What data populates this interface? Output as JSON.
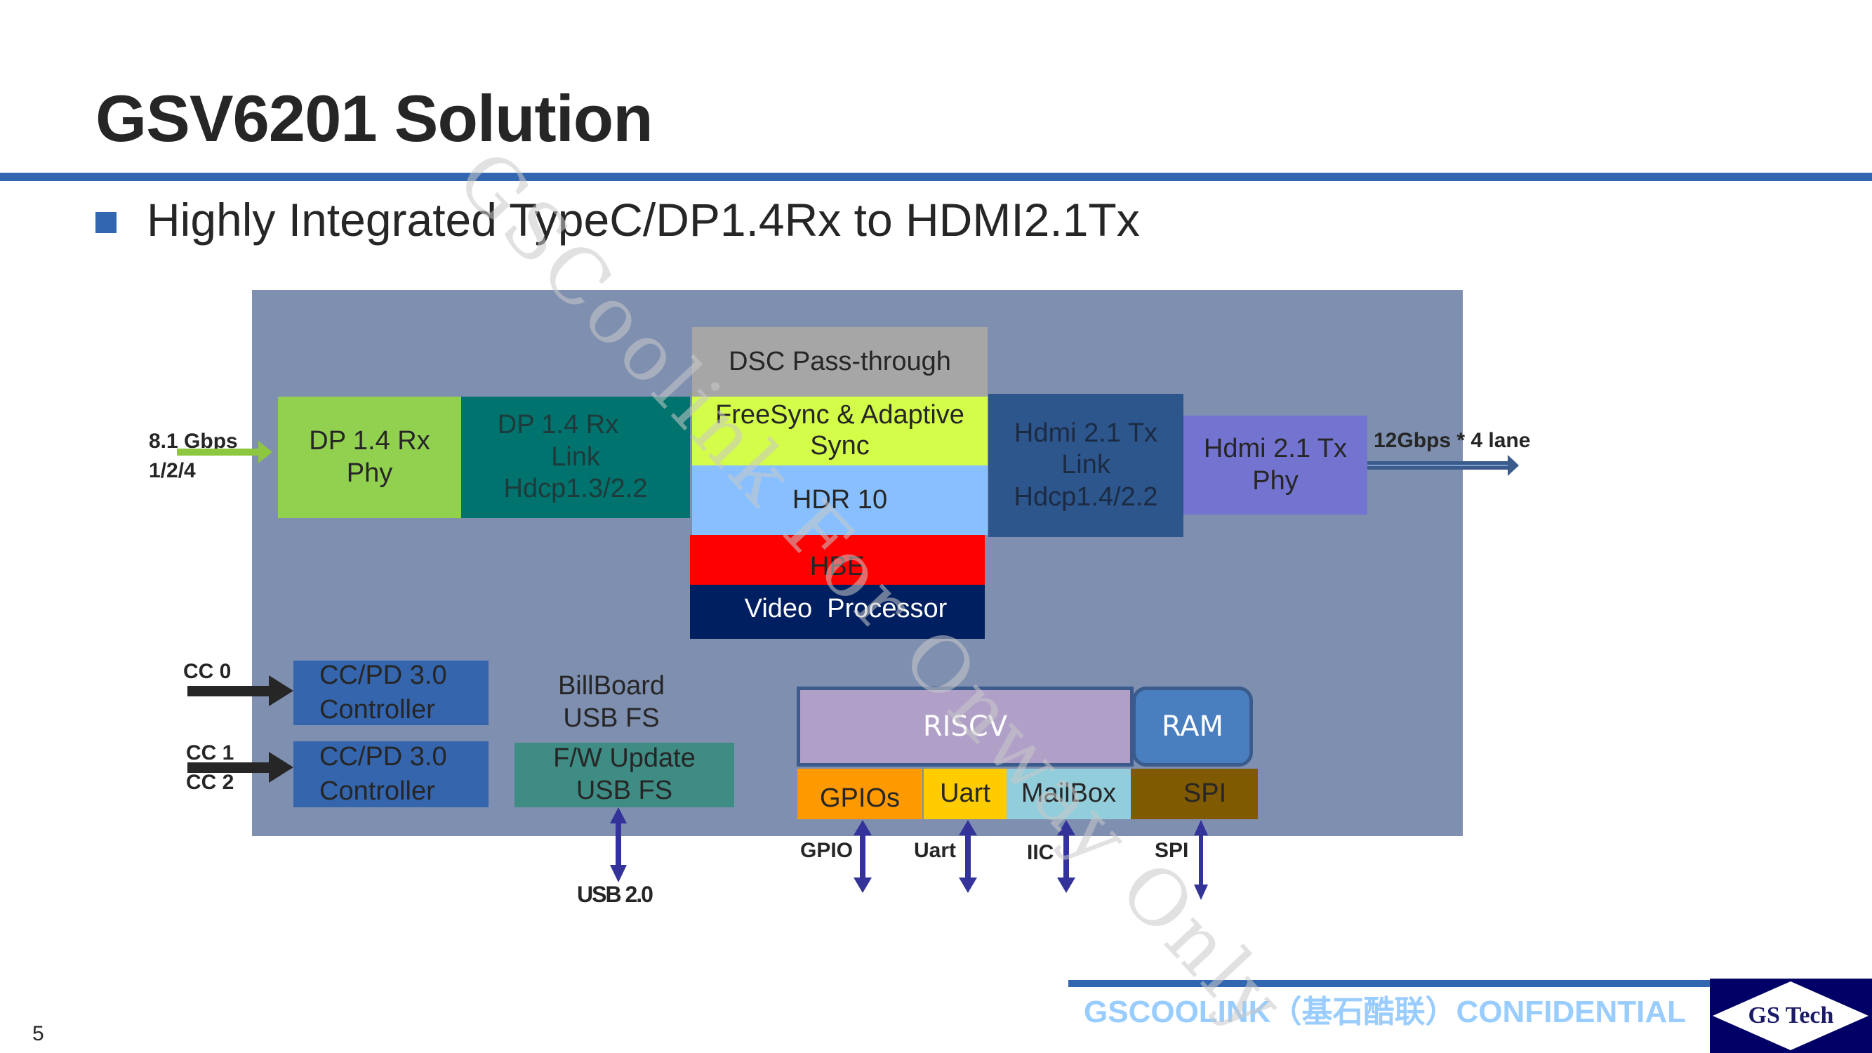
{
  "slide": {
    "title": "GSV6201 Solution",
    "bullet": "Highly Integrated TypeC/DP1.4Rx to HDMI2.1Tx",
    "page_number": "5",
    "watermark": "GSCoolink For Onway Only",
    "accent_color": "#3366b0"
  },
  "diagram": {
    "input": {
      "line1": "8.1 Gbps",
      "line2": "1/2/4"
    },
    "output": {
      "label": "12Gbps * 4 lane"
    },
    "blocks": {
      "dp_rx_phy": {
        "line1": "DP 1.4 Rx",
        "line2": "Phy",
        "color": "#92d050"
      },
      "dp_rx_link": {
        "line1": "DP 1.4 Rx",
        "line2": "Link",
        "line3": "Hdcp1.3/2.2",
        "color": "#00736e"
      },
      "dsc": {
        "label": "DSC Pass-through",
        "color": "#a6a6a6"
      },
      "freesync": {
        "line1": "FreeSync & Adaptive",
        "line2": "Sync",
        "color": "#d4fd4a"
      },
      "hdr": {
        "label": "HDR 10",
        "color": "#88c0ff"
      },
      "hbe": {
        "label": "HBE",
        "color": "#ff0000"
      },
      "video_processor": {
        "label": "Video  Processor",
        "color": "#001f60"
      },
      "hdmi_tx_link": {
        "line1": "Hdmi 2.1 Tx",
        "line2": "Link",
        "line3": "Hdcp1.4/2.2",
        "color": "#2d568c"
      },
      "hdmi_tx_phy": {
        "line1": "Hdmi 2.1 Tx",
        "line2": "Phy",
        "color": "#7373d0"
      },
      "ccpd_1": {
        "line1": "CC/PD 3.0",
        "line2": "Controller",
        "color": "#3465ad"
      },
      "ccpd_2": {
        "line1": "CC/PD 3.0",
        "line2": "Controller",
        "color": "#3465ad"
      },
      "billboard": {
        "line1": "BillBoard",
        "line2": "USB FS"
      },
      "fw_update": {
        "line1": "F/W Update",
        "line2": "USB FS",
        "color": "#3f8c85"
      },
      "riscv": {
        "label": "RISCV",
        "color": "#b0a0c8"
      },
      "ram": {
        "label": "RAM",
        "color": "#4a7fbf"
      },
      "gpios": {
        "label": "GPIOs",
        "color": "#ff9900"
      },
      "uart": {
        "label": "Uart",
        "color": "#ffcc00"
      },
      "mailbox": {
        "label": "MailBox",
        "color": "#92cddc"
      },
      "spi": {
        "label": "SPI",
        "color": "#7f5a00"
      }
    },
    "cc_labels": {
      "cc0": "CC 0",
      "cc1": "CC 1",
      "cc2": "CC 2"
    },
    "io_labels": {
      "usb": "USB 2.0",
      "gpio": "GPIO",
      "uart": "Uart",
      "iic": "IIC",
      "spi": "SPI"
    }
  },
  "footer": {
    "confidential": "GSCOOLINK（基石酷联）CONFIDENTIAL",
    "logo_text": "GS Tech"
  }
}
